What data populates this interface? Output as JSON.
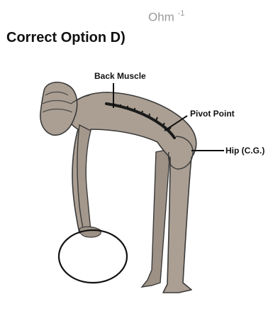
{
  "header": {
    "unit_text": "Ohm",
    "unit_exponent": "-1",
    "answer_text": "Correct Option D)"
  },
  "diagram": {
    "labels": {
      "back_muscle": "Back Muscle",
      "pivot_point": "Pivot Point",
      "hip": "Hip (C.G.)"
    },
    "colors": {
      "body_fill": "#ab9f93",
      "outline": "#3a3a3a",
      "spine": "#1a1a1a"
    }
  }
}
